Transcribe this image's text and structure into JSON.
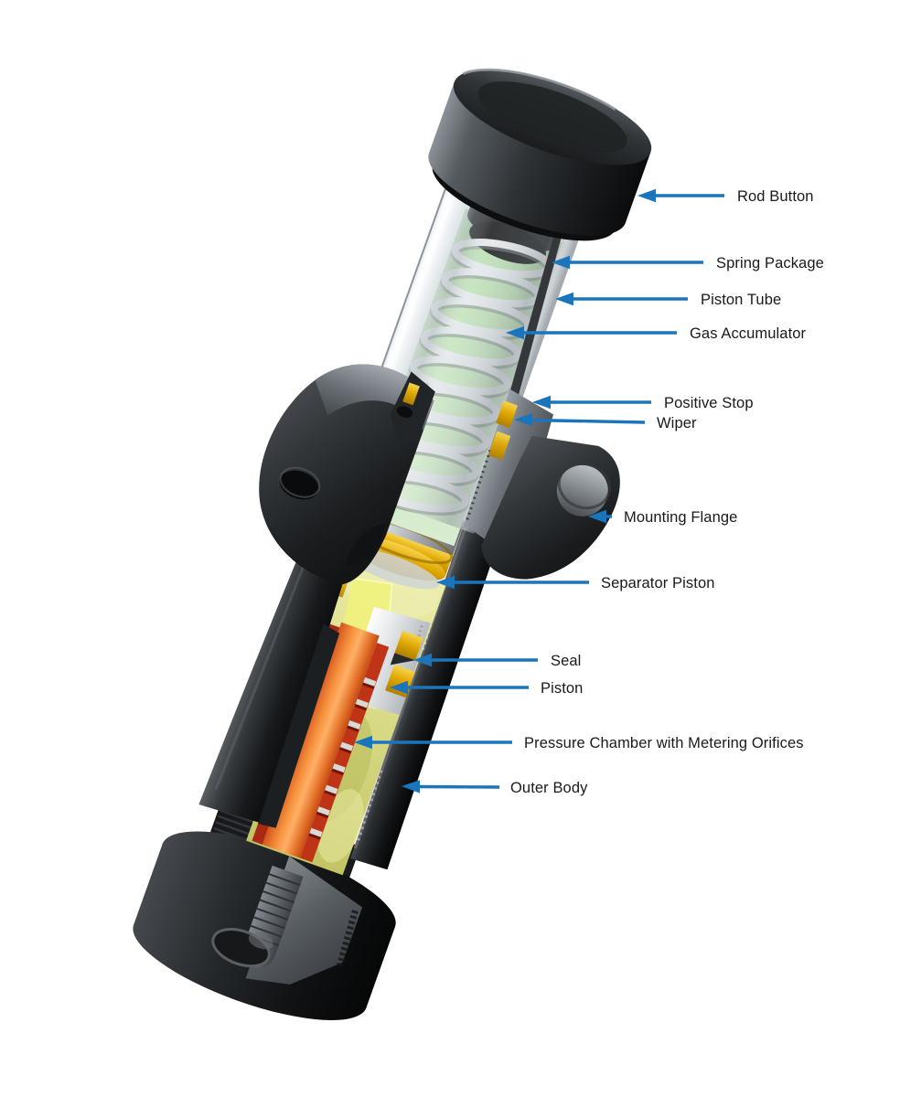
{
  "diagram": {
    "title": "Industrial shock absorber cutaway",
    "background": "#ffffff",
    "arrow_color": "#1b75bc",
    "label_color": "#1a1a1a",
    "labels": [
      {
        "text": "Rod Button"
      },
      {
        "text": "Spring Package"
      },
      {
        "text": "Piston Tube"
      },
      {
        "text": "Gas Accumulator"
      },
      {
        "text": "Positive Stop"
      },
      {
        "text": "Wiper"
      },
      {
        "text": "Mounting Flange"
      },
      {
        "text": "Separator Piston"
      },
      {
        "text": "Seal"
      },
      {
        "text": "Piston"
      },
      {
        "text": "Pressure Chamber with Metering Orifices"
      },
      {
        "text": "Outer Body"
      }
    ],
    "parts": {
      "rod_button_color": "#2b2e31",
      "spring_color": "#e3e7ea",
      "gas_accumulator_color": "#cfe9c6",
      "separator_piston_color": "#e0a800",
      "seal_color": "#e8b400",
      "piston_color": "#e4e7e9",
      "pressure_chamber_color": "#f7953f",
      "fluid_color": "#d8d985",
      "outer_body_color": "#17191b"
    }
  }
}
